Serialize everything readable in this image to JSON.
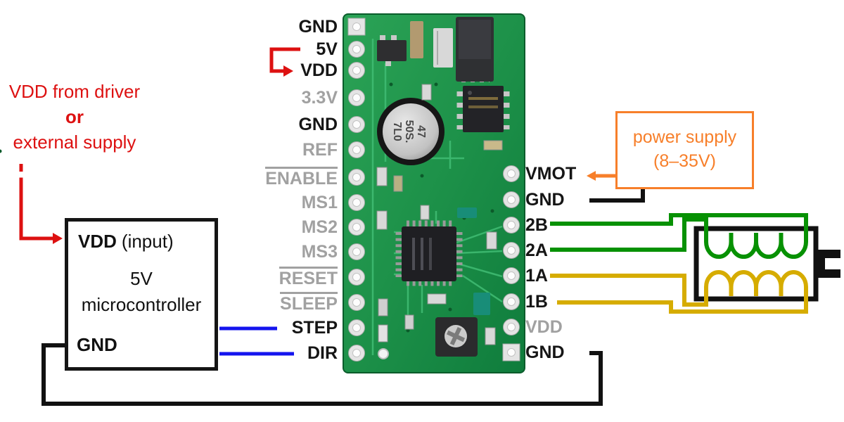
{
  "colors": {
    "ink": "#151515",
    "muted": "#a1a1a1",
    "red": "#dd1111",
    "blue": "#1414ee",
    "orange": "#f77f2a",
    "green": "#079103",
    "yellow": "#d6ac00",
    "wireblack": "#111111",
    "boardA": "#2ba356",
    "boardB": "#0f7c3c",
    "trace": "#41bd74",
    "padring": "#e4e4e4"
  },
  "annotation": {
    "line1": "VDD from driver",
    "line2": "or",
    "line3": "external supply"
  },
  "microcontroller": {
    "vdd_label": "VDD",
    "vdd_suffix": "(input)",
    "line1": "5V",
    "line2": "microcontroller",
    "gnd_label": "GND"
  },
  "power_supply": {
    "line1": "power supply",
    "line2": "(8–35V)"
  },
  "board": {
    "left_pins": [
      {
        "label": "GND"
      },
      {
        "label": "5V"
      },
      {
        "label": "VDD"
      },
      {
        "label": "3.3V",
        "muted": true
      },
      {
        "label": "GND"
      },
      {
        "label": "REF",
        "muted": true
      },
      {
        "label": "ENABLE",
        "muted": true,
        "overline": true
      },
      {
        "label": "MS1",
        "muted": true
      },
      {
        "label": "MS2",
        "muted": true
      },
      {
        "label": "MS3",
        "muted": true
      },
      {
        "label": "RESET",
        "muted": true,
        "overline": true
      },
      {
        "label": "SLEEP",
        "muted": true,
        "overline": true
      },
      {
        "label": "STEP"
      },
      {
        "label": "DIR"
      }
    ],
    "right_pins": [
      {
        "label": "VMOT"
      },
      {
        "label": "GND"
      },
      {
        "label": "2B"
      },
      {
        "label": "2A"
      },
      {
        "label": "1A"
      },
      {
        "label": "1B"
      },
      {
        "label": "VDD",
        "muted": true
      },
      {
        "label": "GND"
      }
    ],
    "capacitor_marking": [
      "47",
      "50S.",
      "7L0"
    ]
  }
}
